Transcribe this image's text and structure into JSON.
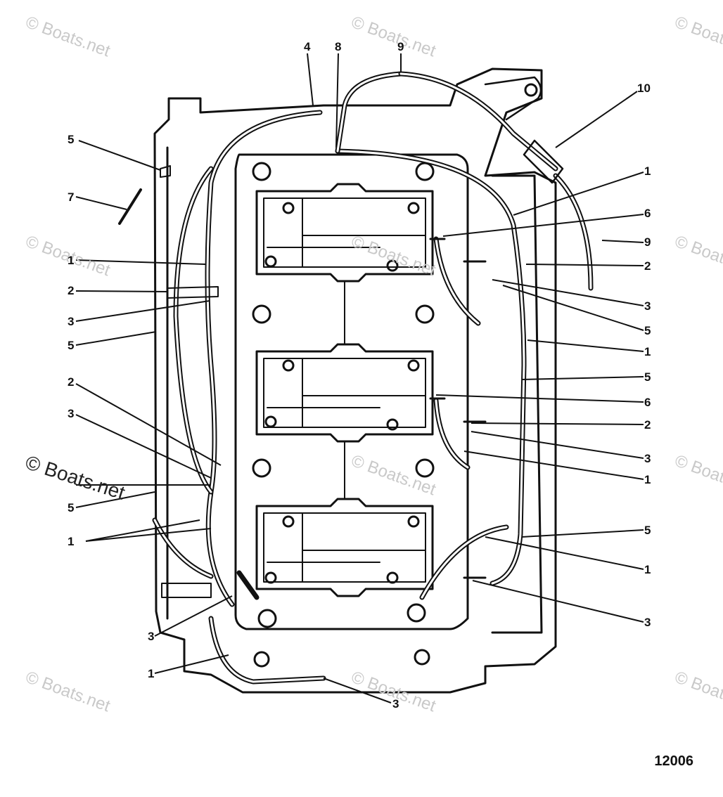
{
  "watermark_text": "© Boats.net",
  "figure_number": "12006",
  "callouts": {
    "c4": "4",
    "c8": "8",
    "c9top": "9",
    "c10": "10",
    "c5a": "5",
    "c7": "7",
    "c1a": "1",
    "c2a": "2",
    "c3a": "3",
    "c5b": "5",
    "c2b": "2",
    "c3b": "3",
    "c5c": "5",
    "c1b": "1",
    "c3c": "3",
    "c1c": "1",
    "c3d": "3",
    "c1d": "1",
    "c6a": "6",
    "c9r": "9",
    "c2c": "2",
    "c3e": "3",
    "c5d": "5",
    "c1e": "1",
    "c5e": "5",
    "c6b": "6",
    "c2d": "2",
    "c3f": "3",
    "c1f": "1",
    "c5f": "5",
    "c1g": "1",
    "c3g": "3"
  }
}
